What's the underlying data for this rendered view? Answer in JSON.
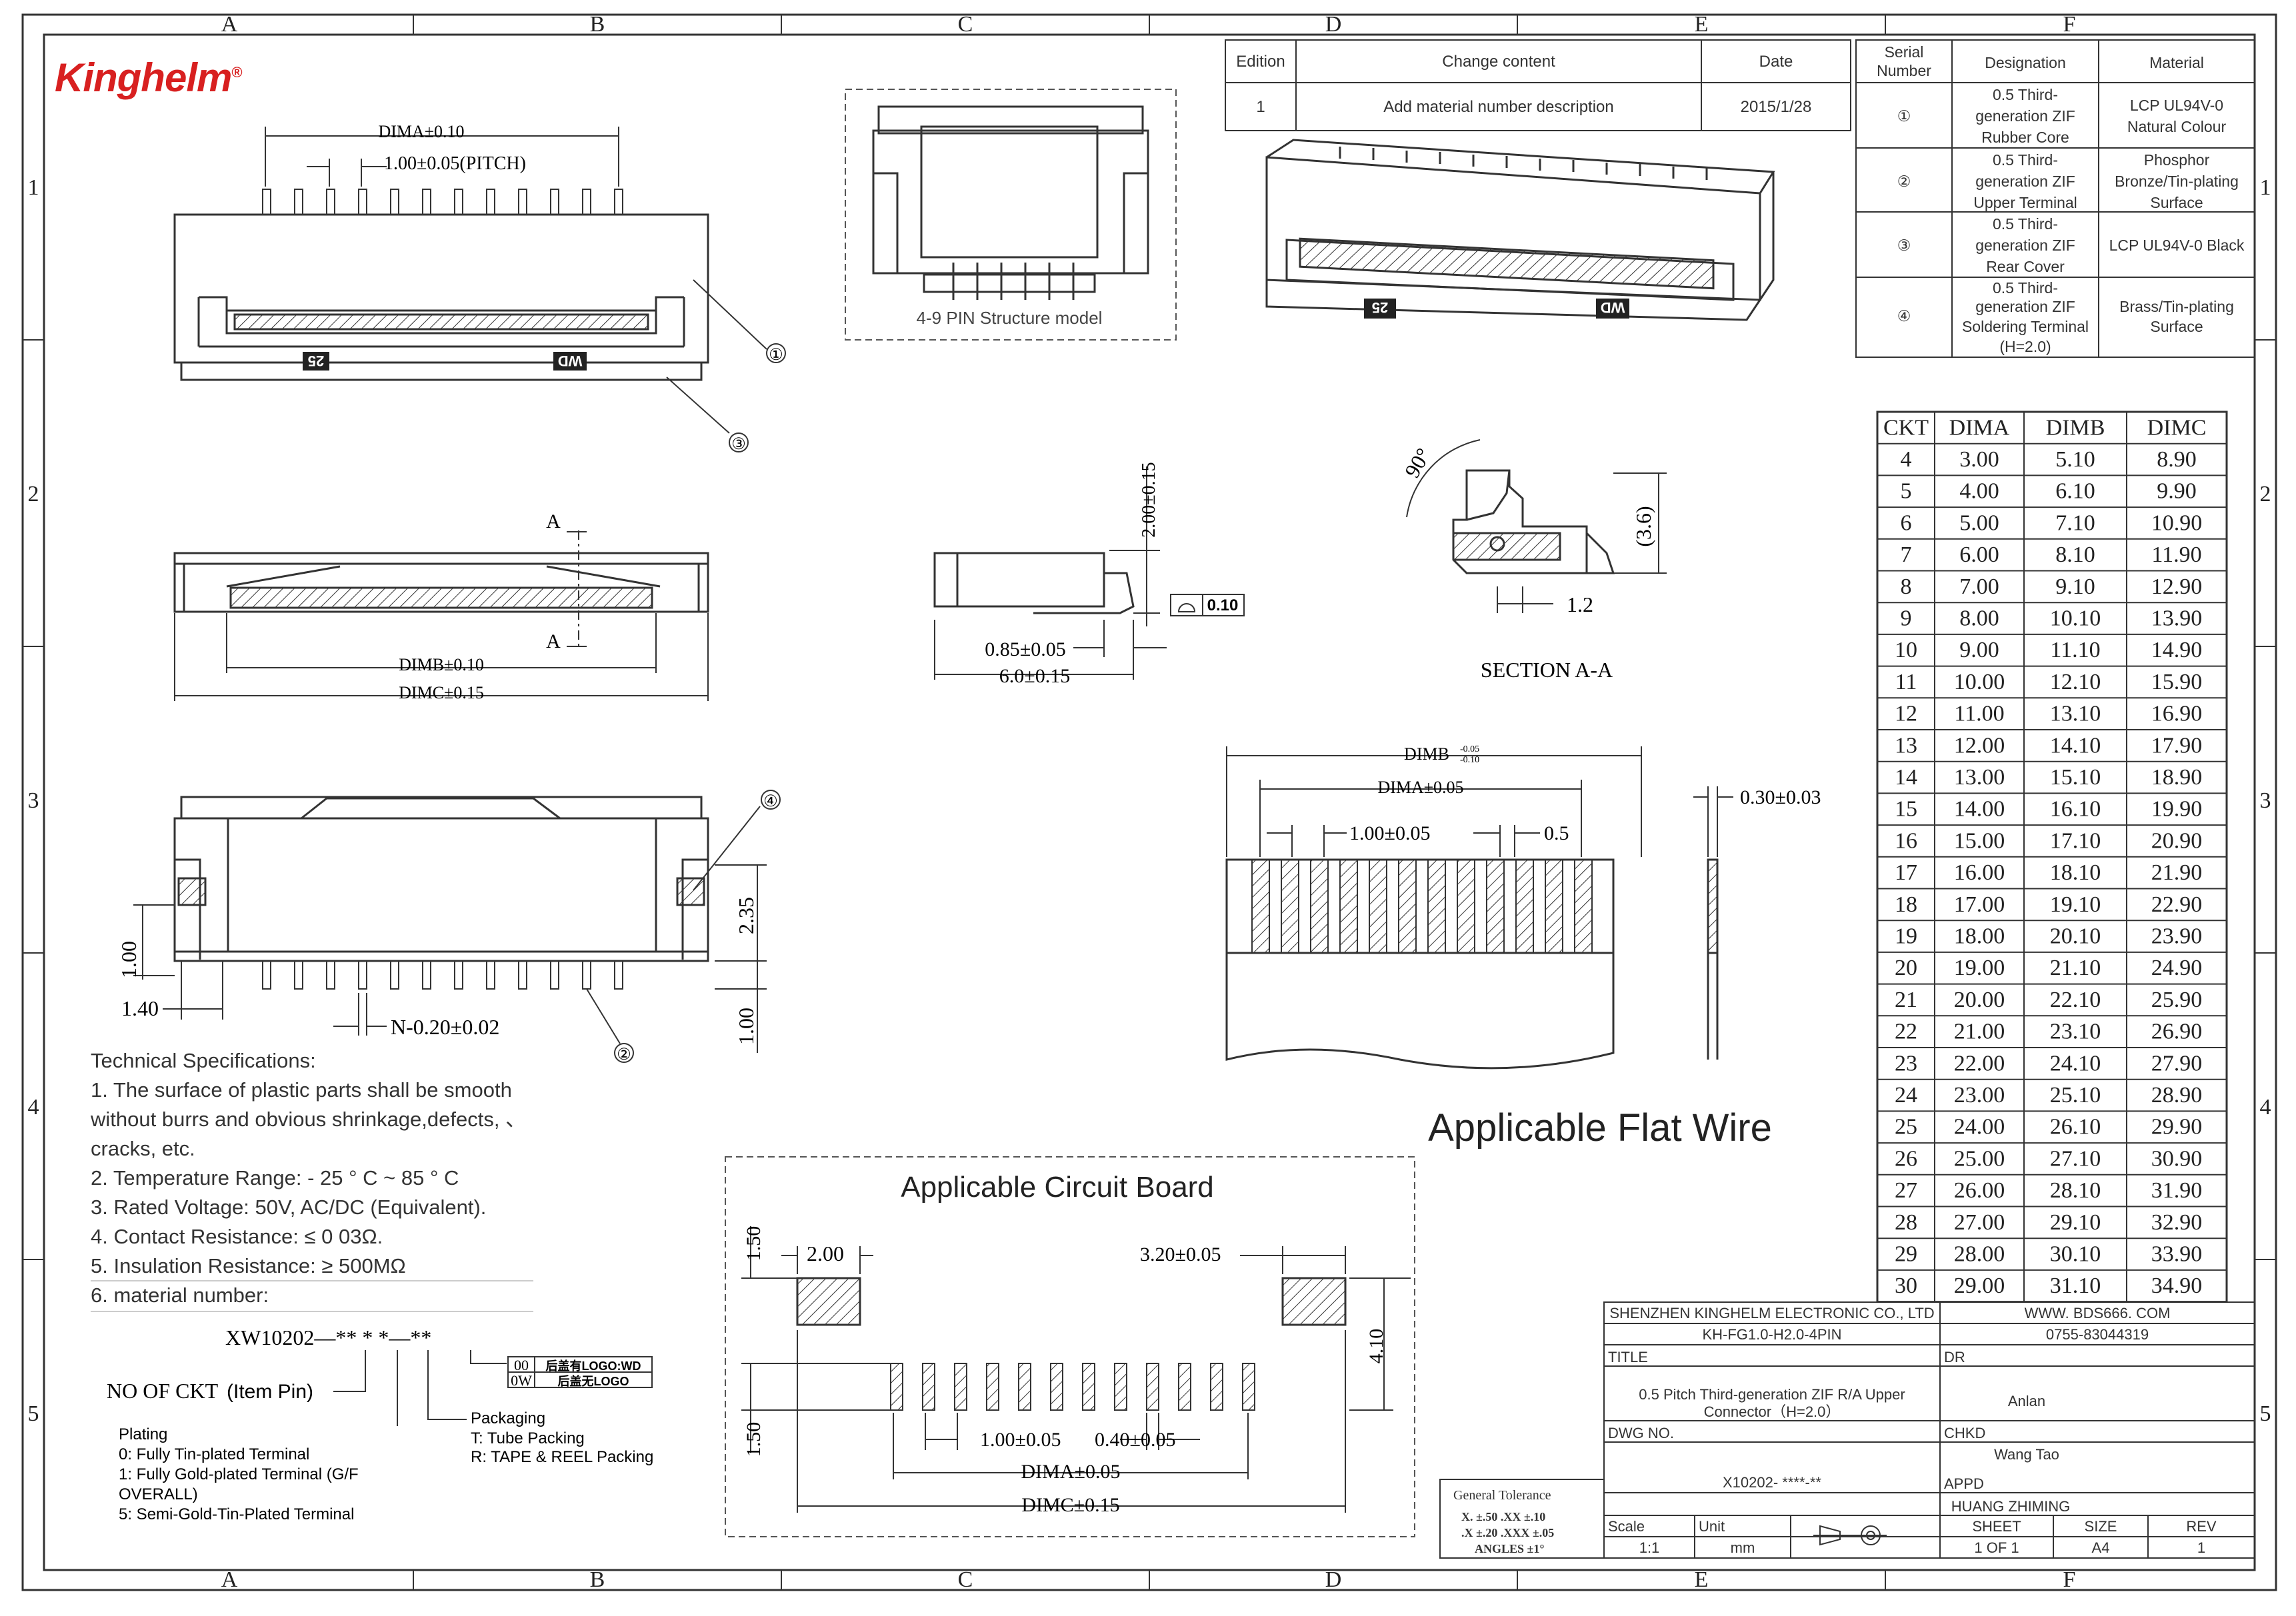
{
  "brand": {
    "name": "Kinghelm",
    "mark": "®"
  },
  "grid": {
    "columns": [
      "A",
      "B",
      "C",
      "D",
      "E",
      "F"
    ],
    "rows": [
      "1",
      "2",
      "3",
      "4",
      "5"
    ]
  },
  "revision_table": {
    "headers": [
      "Edition",
      "Change content",
      "Date"
    ],
    "rows": [
      [
        "1",
        "Add material number description",
        "2015/1/28"
      ]
    ]
  },
  "material_table": {
    "headers": [
      "Serial Number",
      "Designation",
      "Material"
    ],
    "rows": [
      {
        "serial": "①",
        "designation": [
          "0.5 Third-",
          "generation ZIF",
          "Rubber Core"
        ],
        "material": [
          "LCP UL94V-0",
          "Natural Colour"
        ]
      },
      {
        "serial": "②",
        "designation": [
          "0.5 Third-",
          "generation ZIF",
          "Upper Terminal"
        ],
        "material": [
          "Phosphor",
          "Bronze/Tin-plating",
          "Surface"
        ]
      },
      {
        "serial": "③",
        "designation": [
          "0.5 Third-",
          "generation ZIF",
          "Rear Cover"
        ],
        "material": [
          "LCP UL94V-0 Black"
        ]
      },
      {
        "serial": "④",
        "designation": [
          "0.5 Third-",
          "generation ZIF",
          "Soldering Terminal",
          "(H=2.0)"
        ],
        "material": [
          "Brass/Tin-plating",
          "Surface"
        ]
      }
    ]
  },
  "ckt_table": {
    "headers": [
      "CKT",
      "DIMA",
      "DIMB",
      "DIMC"
    ],
    "rows": [
      [
        "4",
        "3.00",
        "5.10",
        "8.90"
      ],
      [
        "5",
        "4.00",
        "6.10",
        "9.90"
      ],
      [
        "6",
        "5.00",
        "7.10",
        "10.90"
      ],
      [
        "7",
        "6.00",
        "8.10",
        "11.90"
      ],
      [
        "8",
        "7.00",
        "9.10",
        "12.90"
      ],
      [
        "9",
        "8.00",
        "10.10",
        "13.90"
      ],
      [
        "10",
        "9.00",
        "11.10",
        "14.90"
      ],
      [
        "11",
        "10.00",
        "12.10",
        "15.90"
      ],
      [
        "12",
        "11.00",
        "13.10",
        "16.90"
      ],
      [
        "13",
        "12.00",
        "14.10",
        "17.90"
      ],
      [
        "14",
        "13.00",
        "15.10",
        "18.90"
      ],
      [
        "15",
        "14.00",
        "16.10",
        "19.90"
      ],
      [
        "16",
        "15.00",
        "17.10",
        "20.90"
      ],
      [
        "17",
        "16.00",
        "18.10",
        "21.90"
      ],
      [
        "18",
        "17.00",
        "19.10",
        "22.90"
      ],
      [
        "19",
        "18.00",
        "20.10",
        "23.90"
      ],
      [
        "20",
        "19.00",
        "21.10",
        "24.90"
      ],
      [
        "21",
        "20.00",
        "22.10",
        "25.90"
      ],
      [
        "22",
        "21.00",
        "23.10",
        "26.90"
      ],
      [
        "23",
        "22.00",
        "24.10",
        "27.90"
      ],
      [
        "24",
        "23.00",
        "25.10",
        "28.90"
      ],
      [
        "25",
        "24.00",
        "26.10",
        "29.90"
      ],
      [
        "26",
        "25.00",
        "27.10",
        "30.90"
      ],
      [
        "27",
        "26.00",
        "28.10",
        "31.90"
      ],
      [
        "28",
        "27.00",
        "29.10",
        "32.90"
      ],
      [
        "29",
        "28.00",
        "30.10",
        "33.90"
      ],
      [
        "30",
        "29.00",
        "31.10",
        "34.90"
      ]
    ]
  },
  "views": {
    "structure_caption": "4-9 PIN Structure model",
    "front_marks": [
      "25",
      "WD"
    ],
    "iso_marks": [
      "25",
      "WD"
    ],
    "section_title": "SECTION A-A",
    "section_marker": "A",
    "flat_wire_title": "Applicable Flat Wire",
    "circuit_board_title": "Applicable Circuit Board"
  },
  "dims": {
    "dima_010": "DIMA±0.10",
    "pitch": "1.00±0.05(PITCH)",
    "dimb_010": "DIMB±0.10",
    "dimc_015": "DIMC±0.15",
    "h_200": "2.00±0.15",
    "d_085": "0.85±0.05",
    "d_60": "6.0±0.15",
    "flat_tol": "0.10",
    "angle_90": "90°",
    "d_36": "(3.6)",
    "d_12": "1.2",
    "d_100": "1.00",
    "d_140": "1.40",
    "n_020": "N-0.20±0.02",
    "d_235": "2.35",
    "d_100b": "1.00",
    "fw_dimb": "DIMB",
    "fw_dimb_tol_up": "-0.05",
    "fw_dimb_tol_dn": "-0.10",
    "fw_dima": "DIMA±0.05",
    "fw_pitch": "1.00±0.05",
    "fw_05": "0.5",
    "fw_030": "0.30±0.03",
    "pcb_150a": "1.50",
    "pcb_200": "2.00",
    "pcb_320": "3.20±0.05",
    "pcb_410": "4.10",
    "pcb_150b": "1.50",
    "pcb_100": "1.00±0.05",
    "pcb_040": "0.40±0.05",
    "pcb_dima": "DIMA±0.05",
    "pcb_dimc": "DIMC±0.15"
  },
  "balloons": [
    "①",
    "③",
    "④",
    "②"
  ],
  "specs": {
    "title": "Technical Specifications:",
    "lines": [
      "1. The surface of plastic parts shall be smooth",
      "without burrs and obvious shrinkage,defects, 、",
      "cracks, etc.",
      "2. Temperature Range: - 25 ° C ~ 85 ° C",
      "3. Rated Voltage: 50V, AC/DC (Equivalent).",
      "4. Contact Resistance: ≤ 0 03Ω.",
      "5. Insulation Resistance: ≥ 500MΩ",
      "6. material number:"
    ]
  },
  "part_number": {
    "code": "XW10202—** * *—**",
    "ckt_label": "NO OF CKT",
    "ckt_sub": "(Item Pin)",
    "logo_options": [
      {
        "code": "00",
        "text": "后盖有LOGO:WD"
      },
      {
        "code": "0W",
        "text": "后盖无LOGO"
      }
    ],
    "packaging_title": "Packaging",
    "packaging_lines": [
      "T: Tube Packing",
      "R: TAPE & REEL Packing"
    ],
    "plating_title": "Plating",
    "plating_lines": [
      "0: Fully Tin-plated Terminal",
      "1: Fully Gold-plated Terminal (G/F",
      "OVERALL)",
      "5: Semi-Gold-Tin-Plated Terminal"
    ]
  },
  "title_block": {
    "company": "SHENZHEN KINGHELM ELECTRONIC CO., LTD",
    "website": "WWW. BDS666. COM",
    "model": "KH-FG1.0-H2.0-4PIN",
    "phone": "0755-83044319",
    "title_label": "TITLE",
    "dr_label": "DR",
    "title_line1": "0.5 Pitch Third-generation ZIF R/A Upper",
    "title_line2": "Connector（H=2.0）",
    "dr_name": "Anlan",
    "chkd_label": "CHKD",
    "dwg_label": "DWG NO.",
    "chkd_name": "Wang Tao",
    "dwg_no": "X10202- ****-**",
    "appd_label": "APPD",
    "appd_name": "HUANG ZHIMING",
    "tol_title": "General Tolerance",
    "tol_lines": [
      "X. ±.50  .XX ±.10",
      ".X ±.20  .XXX ±.05",
      "ANGLES     ±1°"
    ],
    "scale_label": "Scale",
    "scale": "1:1",
    "unit_label": "Unit",
    "unit": "mm",
    "sheet_label": "SHEET",
    "sheet": "1 OF 1",
    "size_label": "SIZE",
    "size": "A4",
    "rev_label": "REV",
    "rev": "1"
  }
}
